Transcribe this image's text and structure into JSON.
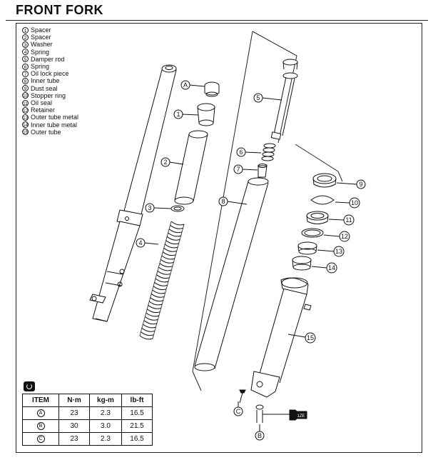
{
  "title": "FRONT FORK",
  "legend": [
    {
      "num": "1",
      "label": "Spacer"
    },
    {
      "num": "2",
      "label": "Spacer"
    },
    {
      "num": "3",
      "label": "Washer"
    },
    {
      "num": "4",
      "label": "Spring"
    },
    {
      "num": "5",
      "label": "Damper rod"
    },
    {
      "num": "6",
      "label": "Spring"
    },
    {
      "num": "7",
      "label": "Oil lock piece"
    },
    {
      "num": "8",
      "label": "Inner tube"
    },
    {
      "num": "9",
      "label": "Dust seal"
    },
    {
      "num": "10",
      "label": "Stopper ring"
    },
    {
      "num": "11",
      "label": "Oil seal"
    },
    {
      "num": "12",
      "label": "Retainer"
    },
    {
      "num": "13",
      "label": "Outer tube metal"
    },
    {
      "num": "14",
      "label": "Inner tube metal"
    },
    {
      "num": "15",
      "label": "Outer tube"
    }
  ],
  "callouts": {
    "c1": "1",
    "c2": "2",
    "c3": "3",
    "c4": "4",
    "c5": "5",
    "c6": "6",
    "c7": "7",
    "c8": "8",
    "c9": "9",
    "c10": "10",
    "c11": "11",
    "c12": "12",
    "c13": "13",
    "c14": "14",
    "c15": "15",
    "cA": "A",
    "cB": "B",
    "cC": "C"
  },
  "torque_icon": "torque-wrench-icon",
  "torque_table": {
    "headers": [
      "ITEM",
      "N·m",
      "kg-m",
      "lb-ft"
    ],
    "rows": [
      {
        "item": "A",
        "nm": "23",
        "kgm": "2.3",
        "lbft": "16.5"
      },
      {
        "item": "B",
        "nm": "30",
        "kgm": "3.0",
        "lbft": "21.5"
      },
      {
        "item": "C",
        "nm": "23",
        "kgm": "2.3",
        "lbft": "16.5"
      }
    ]
  },
  "label_tag": "1ZE"
}
